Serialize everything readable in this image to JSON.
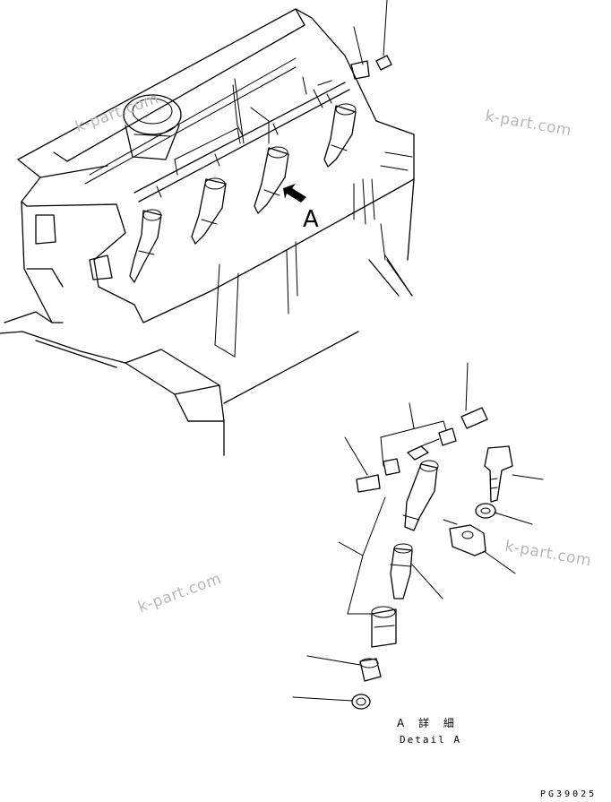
{
  "watermarks": [
    "k-part.com",
    "k-part.com",
    "k-part.com",
    "k-part.com"
  ],
  "callout_label": "A",
  "detail_title_jp": "A 詳 細",
  "detail_title_en": "Detail A",
  "drawing_number": "PG39025",
  "arrow_icon": "solid-arrow-icon"
}
